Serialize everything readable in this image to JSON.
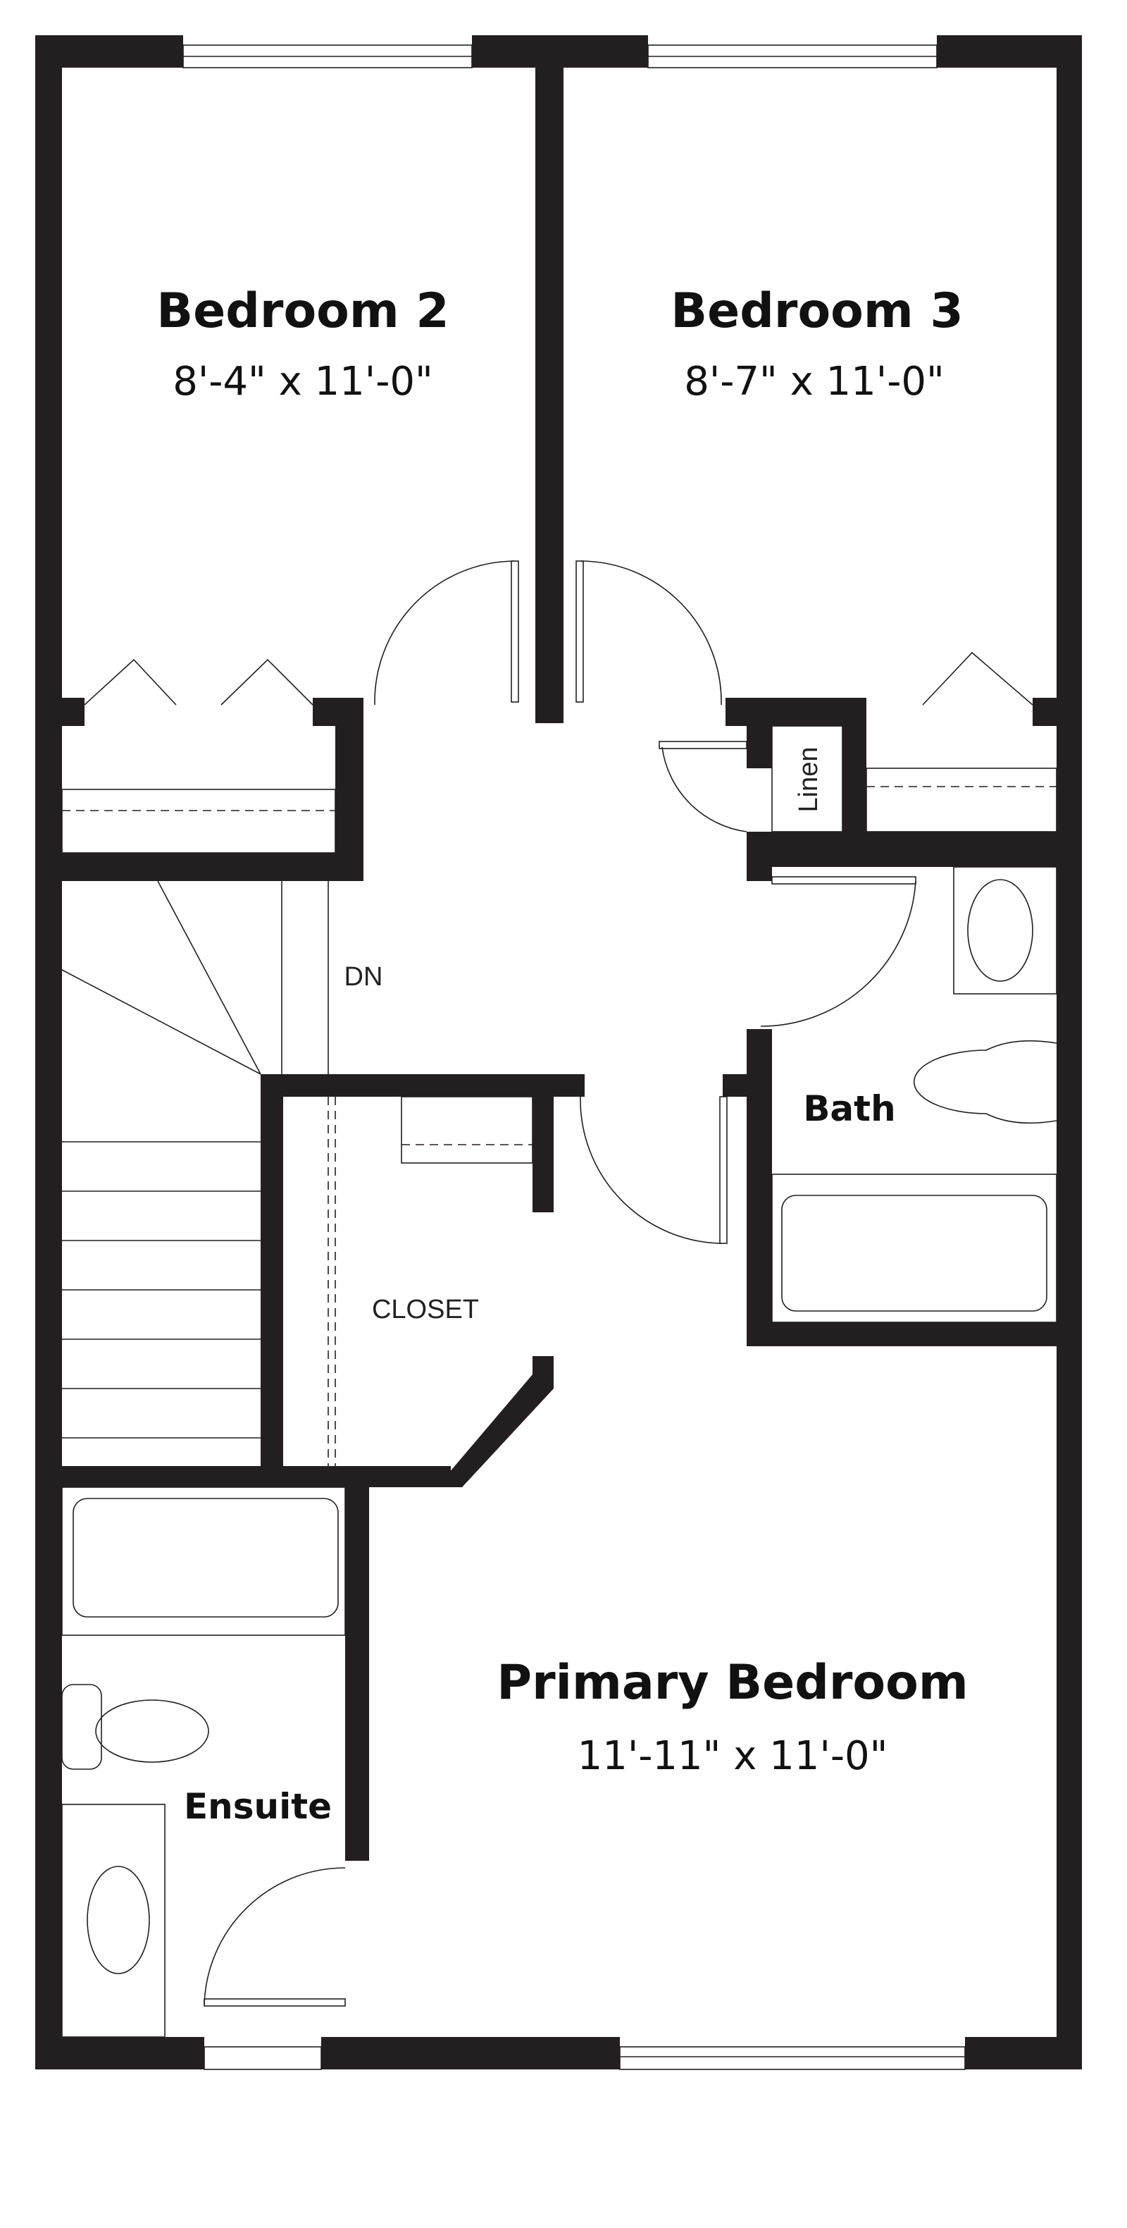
{
  "plan": {
    "rooms": [
      {
        "name": "Bedroom 2",
        "dimensions": "8'-4\" x 11'-0\""
      },
      {
        "name": "Bedroom 3",
        "dimensions": "8'-7\" x 11'-0\""
      },
      {
        "name": "Primary Bedroom",
        "dimensions": "11'-11\" x 11'-0\""
      }
    ],
    "labels": {
      "bath": "Bath",
      "ensuite": "Ensuite",
      "closet": "CLOSET",
      "linen": "Linen",
      "stairs_down": "DN"
    },
    "colors": {
      "wall": "#231f20",
      "background": "#ffffff"
    }
  }
}
